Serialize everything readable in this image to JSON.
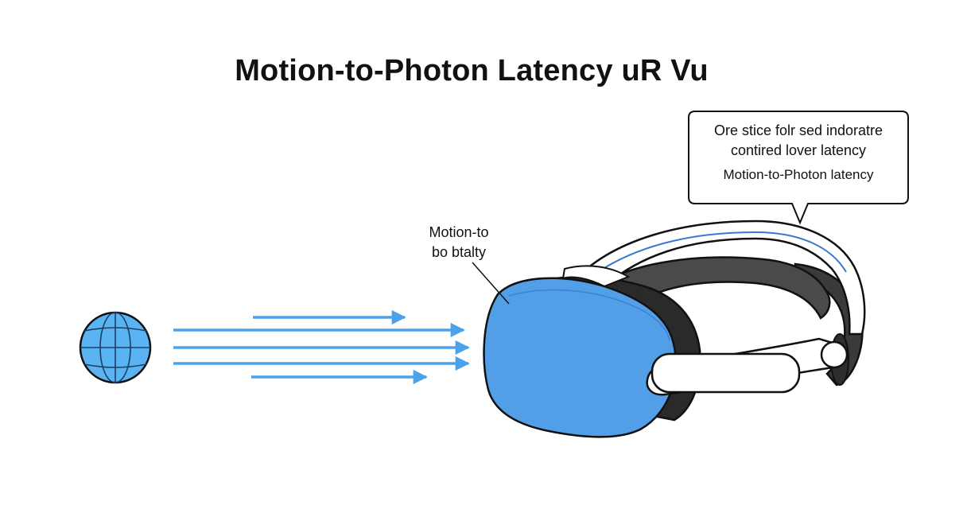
{
  "title": "Motion-to-Photon Latency uR Vu",
  "callout": {
    "lines": [
      "Ore stice folr sed indoratre",
      "contired lover latency",
      "Motion-to-Photon latency"
    ]
  },
  "pointer_label": {
    "lines": [
      "Motion-to",
      "bo btalty"
    ]
  },
  "colors": {
    "accent_blue": "#4aa3ea",
    "headset_blue": "#529fe8",
    "outline": "#111111",
    "strap_dark": "#3a3a3a"
  },
  "icons": {
    "world": "globe-icon",
    "device": "vr-headset"
  }
}
